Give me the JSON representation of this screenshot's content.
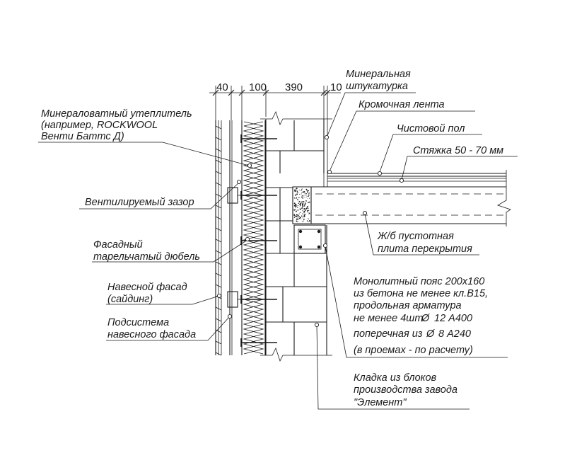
{
  "dimensions": {
    "d40": "40",
    "d100": "100",
    "d390": "390",
    "d10": "10"
  },
  "labels": {
    "mineral_plaster": [
      "Минеральная",
      "штукатурка"
    ],
    "edge_tape": "Кромочная лента",
    "finish_floor": "Чистовой пол",
    "screed": "Стяжка 50 - 70 мм",
    "insulation": [
      "Минераловатный утеплитель",
      "(например, ROCKWOOL",
      "Венти Баттс Д)"
    ],
    "ventilated_gap": "Вентилируемый зазор",
    "slab": [
      "Ж/б пустотная",
      "плита перекрытия"
    ],
    "facade_dowel": [
      "Фасадный",
      "тарельчатый дюбель"
    ],
    "hanging_facade": [
      "Навесной фасад",
      "(сайдинг)"
    ],
    "subsystem": [
      "Подсистема",
      "навесного фасада"
    ],
    "monolithic_belt": [
      "Монолитный пояс 200х160",
      "из бетона не менее кл.В15,",
      "продольная арматура",
      "не менее 4шт.",
      "12 А400",
      "поперечная из",
      "8 А240",
      "(в проемах - по расчету)"
    ],
    "masonry": [
      "Кладка из блоков",
      "производства завода",
      "\"Элемент\""
    ]
  },
  "symbols": {
    "diameter": "Ø"
  }
}
